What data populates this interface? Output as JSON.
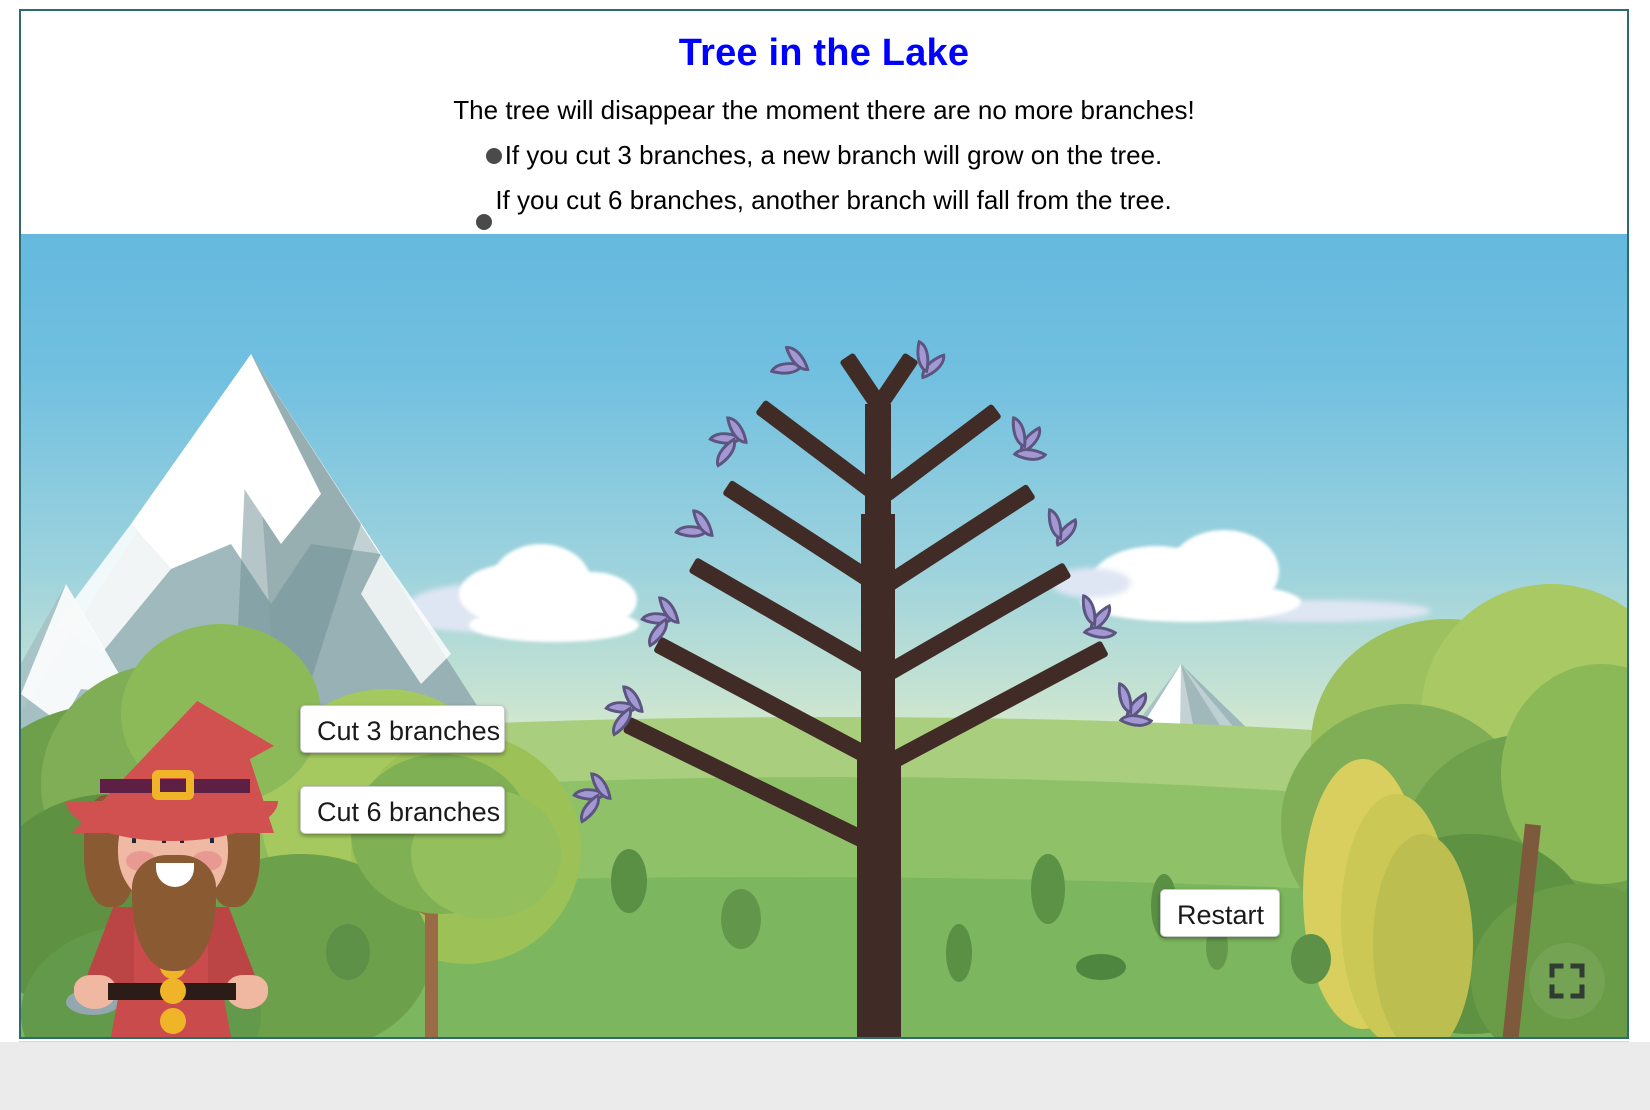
{
  "header": {
    "title": "Tree in the Lake",
    "intro": "The tree will disappear the moment there are no more branches!",
    "rules": [
      {
        "text": "If you cut 3 branches, a new branch will grow on the tree."
      },
      {
        "text": "If you cut 6 branches, another branch will fall from the tree."
      }
    ]
  },
  "scene": {
    "buttons": {
      "cut3": "Cut 3 branches",
      "cut6": "Cut 6 branches",
      "restart": "Restart"
    },
    "icons": {
      "fullscreen": "fullscreen-icon"
    },
    "character": "gnome-wizard",
    "tree": {
      "branch_count": 12,
      "trunk_color": "#402b26",
      "leaf_color": "#a398d4",
      "leaf_outline_color": "#5c5580"
    }
  },
  "colors": {
    "title": "#0000ff",
    "frame_border": "#2d6b70",
    "page_background": "#ffffff",
    "bottom_strip": "#ebebeb",
    "sky_top": "#65b9de",
    "sky_bottom": "#c6dfba",
    "grass": "#8fc169",
    "gnome_robe": "#c94b4b",
    "gnome_hat": "#d15050",
    "gnome_beard": "#8a5a33",
    "gnome_button": "#f0b429"
  }
}
